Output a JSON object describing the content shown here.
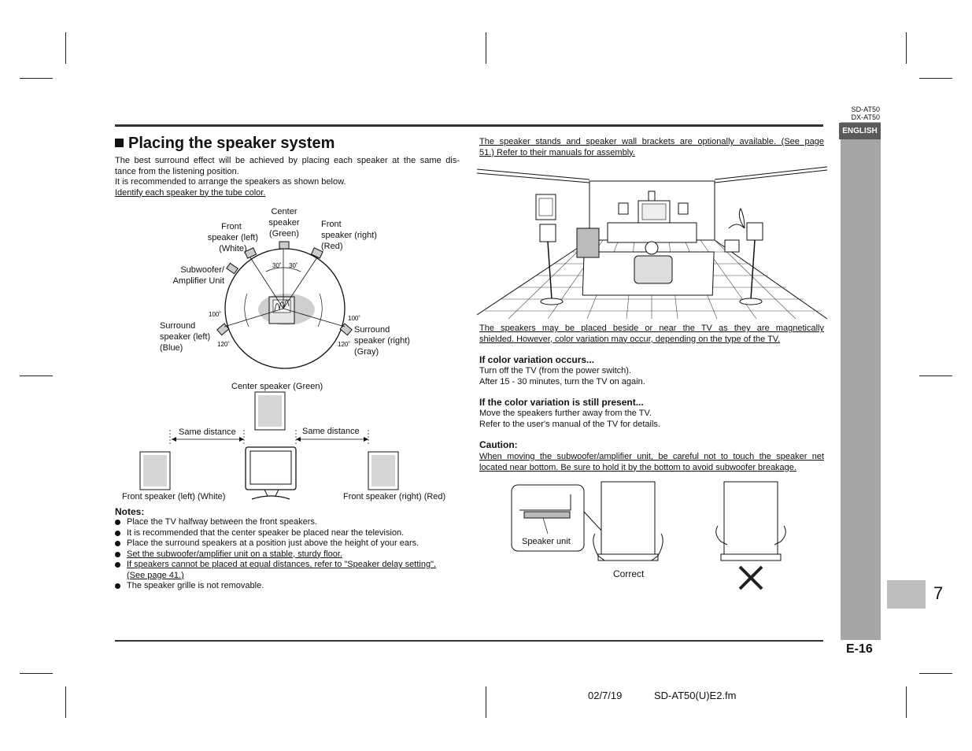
{
  "header": {
    "model_1": "SD-AT50",
    "model_2": "DX-AT50",
    "language_tab": "ENGLISH"
  },
  "section": {
    "title": "Placing the speaker system",
    "intro_1": "The best surround effect will be achieved by placing each speaker at the same dis-",
    "intro_2": "tance from the listening position.",
    "intro_3": "It is recommended to arrange the speakers as shown below.",
    "intro_4": "Identify each speaker by the tube color."
  },
  "diagram1": {
    "center": [
      "Center",
      "speaker",
      "(Green)"
    ],
    "front_left": [
      "Front",
      "speaker (left)",
      "(White)"
    ],
    "front_right": [
      "Front",
      "speaker (right)",
      "(Red)"
    ],
    "subwoofer": [
      "Subwoofer/",
      "Amplifier Unit"
    ],
    "surround_left": [
      "Surround",
      "speaker (left)",
      "(Blue)"
    ],
    "surround_right": [
      "Surround",
      "speaker (right)",
      "(Gray)"
    ],
    "angle_30": "30˚",
    "angle_100": "100˚",
    "angle_120": "120˚"
  },
  "diagram2": {
    "center": "Center speaker (Green)",
    "same_distance": "Same distance",
    "front_left": "Front speaker (left) (White)",
    "front_right": "Front speaker (right) (Red)"
  },
  "notes": {
    "title": "Notes:",
    "items": [
      "Place the TV halfway between the front speakers.",
      "It is recommended that the center speaker be placed near the television.",
      "Place the surround speakers at a position just above the height of your ears.",
      "Set the subwoofer/amplifier unit on a stable, sturdy floor.",
      "If speakers cannot be placed at equal distances, refer to \"Speaker delay setting\".",
      "(See page 41.)",
      "The speaker grille is not removable."
    ]
  },
  "right": {
    "stands_1": "The speaker stands and speaker wall brackets are optionally available. (See page",
    "stands_2": "51.) Refer to their manuals for assembly.",
    "shield_1": "The speakers may be placed beside or near the TV as they are magnetically",
    "shield_2": "shielded. However, color variation may occur, depending on the type of the TV.",
    "color_title": "If color variation occurs...",
    "color_1": "Turn off the TV (from the power switch).",
    "color_2": "After 15 - 30 minutes, turn the TV on again.",
    "still_title": "If the color variation is still present...",
    "still_1": "Move the speakers further away from the TV.",
    "still_2": "Refer to the user's manual of the TV for details.",
    "caution_title": "Caution:",
    "caution_1": "When moving the subwoofer/amplifier unit, be careful not to touch the speaker net",
    "caution_2": "located near bottom. Be sure to hold it by the bottom to avoid subwoofer breakage.",
    "speaker_unit": "Speaker unit",
    "correct": "Correct"
  },
  "footer": {
    "chapter": "7",
    "page": "E-16",
    "date": "02/7/19",
    "file": "SD-AT50(U)E2.fm"
  }
}
